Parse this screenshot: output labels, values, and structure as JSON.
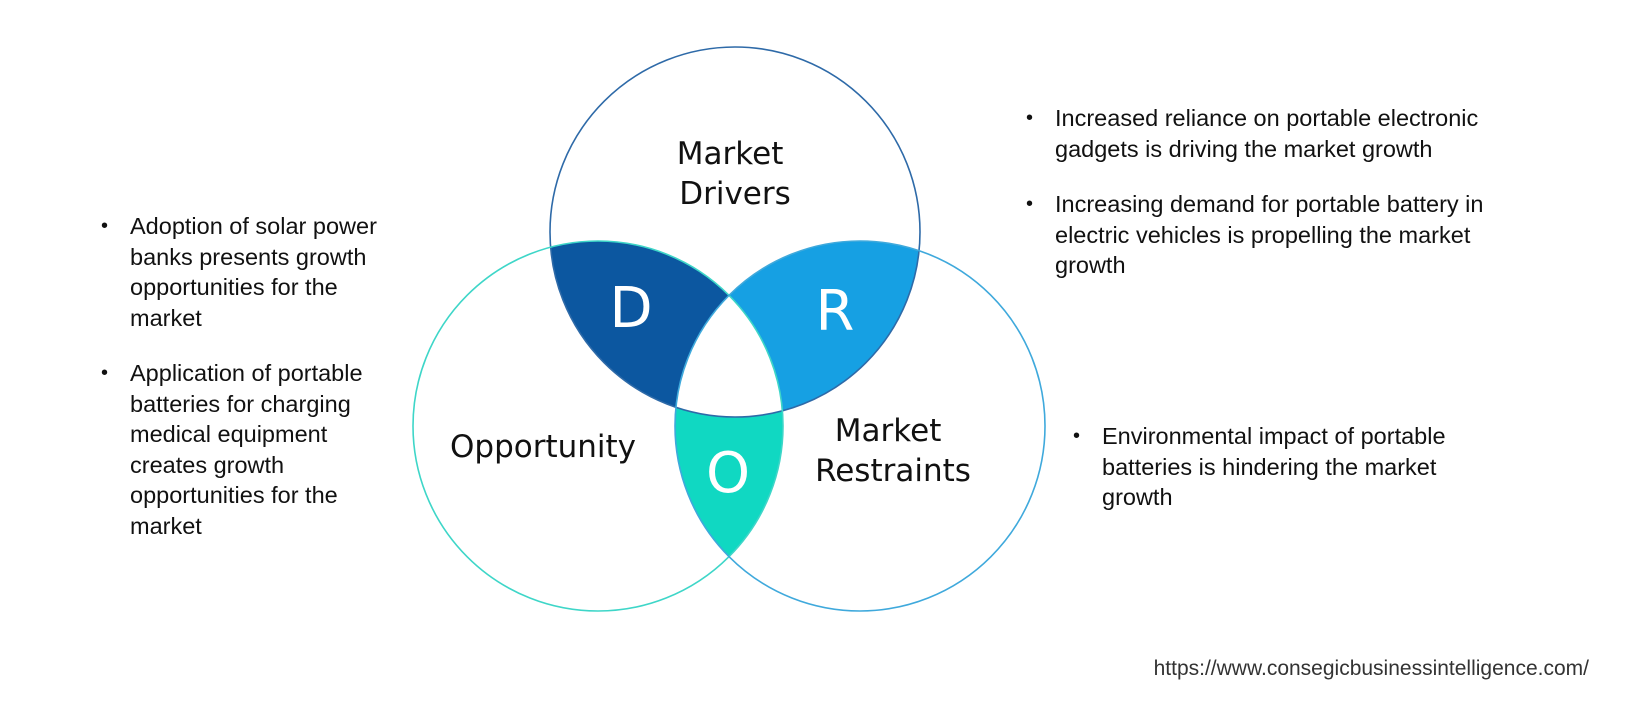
{
  "diagram": {
    "circles": {
      "drivers": {
        "label_lines": [
          "Market",
          "Drivers"
        ],
        "stroke": "#2e6aa8"
      },
      "opportunity": {
        "label_lines": [
          "Opportunity"
        ],
        "stroke": "#3ed6c8"
      },
      "restraints": {
        "label_lines": [
          "Market",
          "Restraints"
        ],
        "stroke": "#3fa9dc"
      }
    },
    "intersections": {
      "drivers_opportunity": {
        "letter": "D",
        "fill": "#0c57a0"
      },
      "drivers_restraints": {
        "letter": "R",
        "fill": "#16a0e3"
      },
      "opportunity_restraints": {
        "letter": "O",
        "fill": "#10d8c2"
      }
    }
  },
  "opportunity_points": [
    "Adoption of solar power banks presents growth opportunities for the market",
    "Application of portable batteries for charging medical equipment creates growth opportunities for the market"
  ],
  "driver_points": [
    "Increased reliance on portable electronic gadgets is driving the market growth",
    "Increasing demand for portable battery in electric vehicles is propelling the market growth"
  ],
  "restraint_points": [
    "Environmental impact of portable batteries is hindering the market growth"
  ],
  "source_url": "https://www.consegicbusinessintelligence.com/"
}
